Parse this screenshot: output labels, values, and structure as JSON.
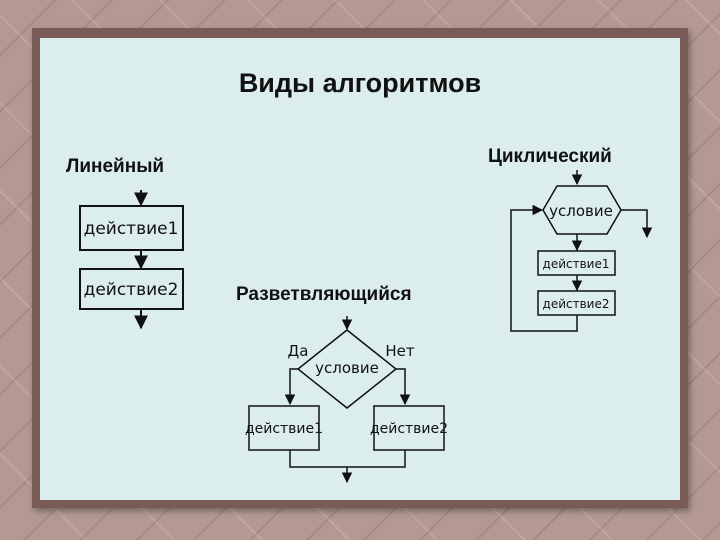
{
  "title": "Виды алгоритмов",
  "linear": {
    "heading": "Линейный",
    "step1": "действие1",
    "step2": "действие2"
  },
  "branching": {
    "heading": "Разветвляющийся",
    "condition": "условие",
    "yes_label": "Да",
    "no_label": "Нет",
    "step1": "действие1",
    "step2": "действие2"
  },
  "cyclic": {
    "heading": "Циклический",
    "condition": "условие",
    "step1": "действие1",
    "step2": "действие2"
  }
}
